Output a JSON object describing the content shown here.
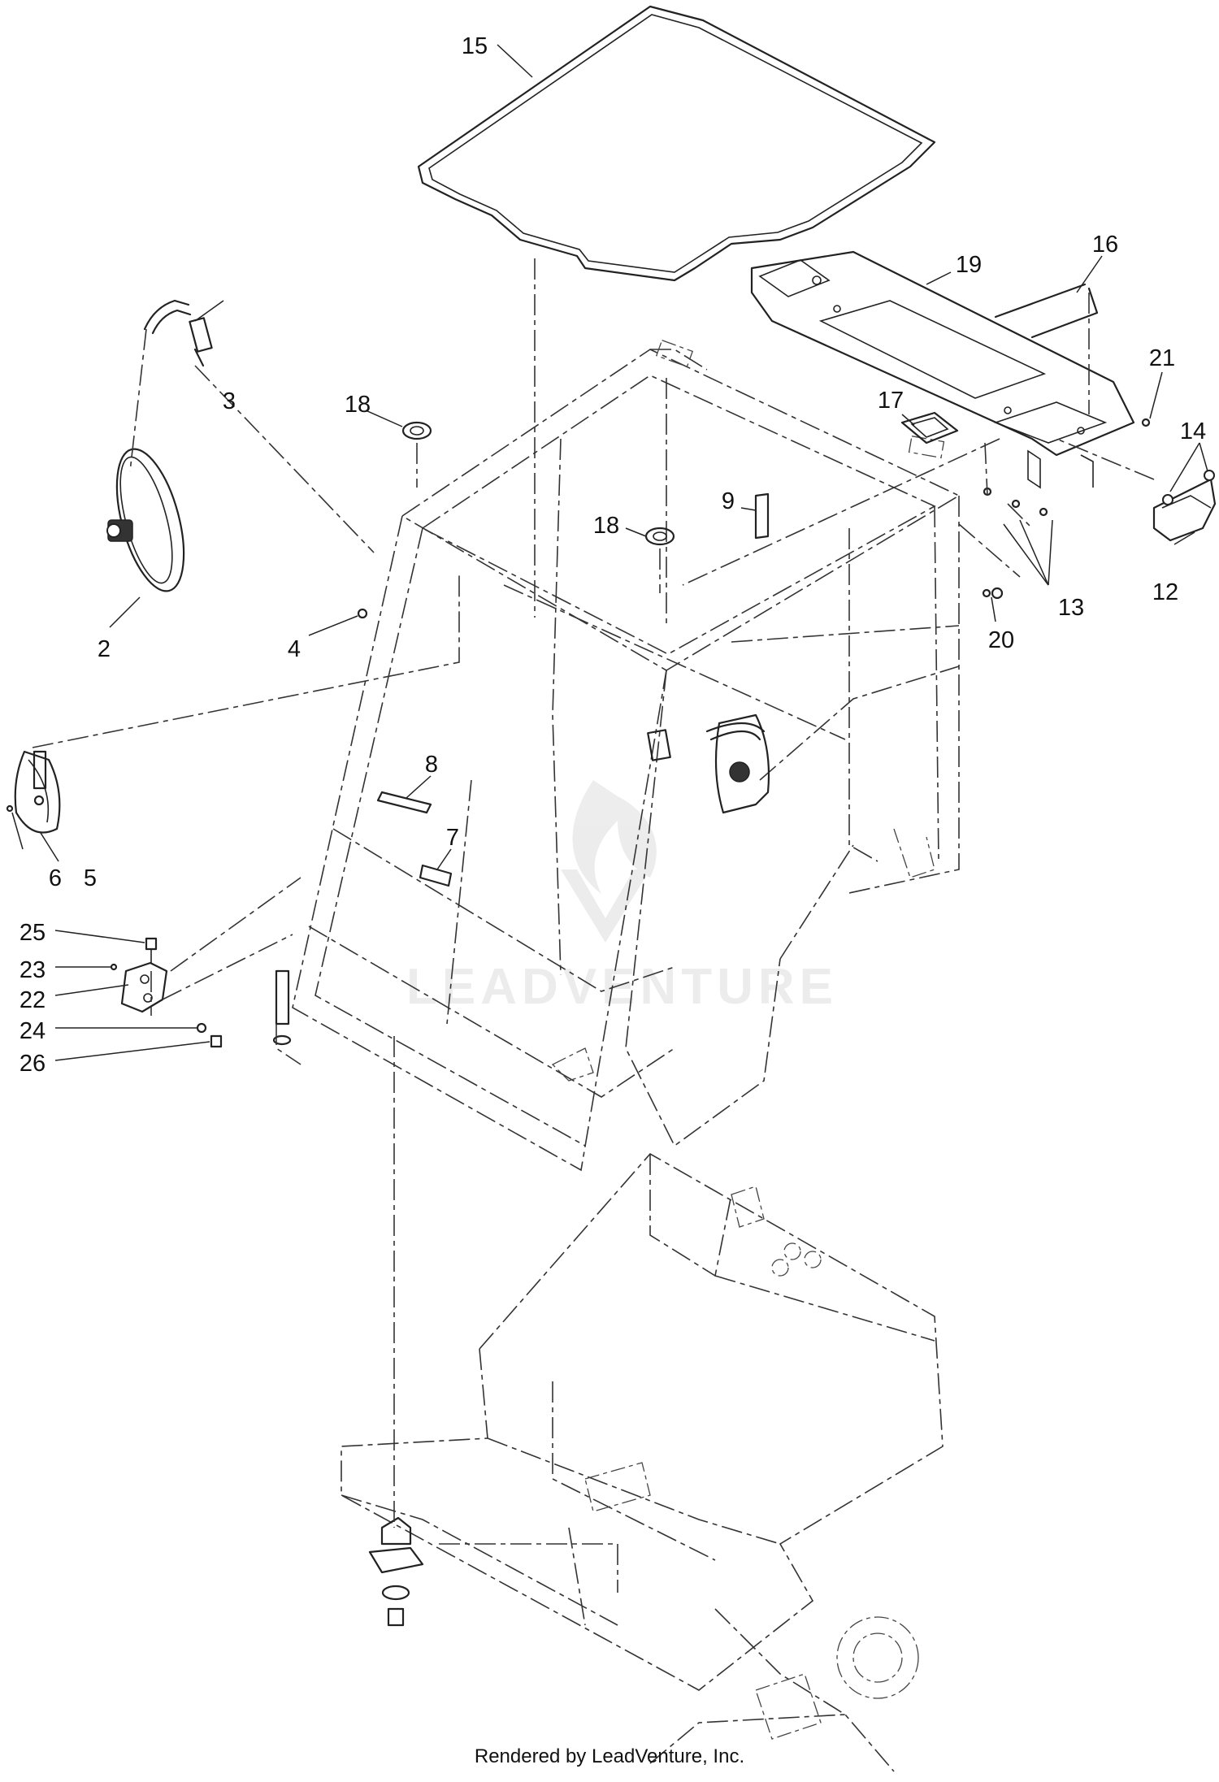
{
  "callouts": {
    "c2": "2",
    "c3": "3",
    "c4": "4",
    "c5": "5",
    "c6": "6",
    "c7": "7",
    "c8": "8",
    "c9": "9",
    "c12": "12",
    "c13": "13",
    "c14": "14",
    "c15": "15",
    "c16": "16",
    "c17": "17",
    "c18a": "18",
    "c18b": "18",
    "c19": "19",
    "c20": "20",
    "c21": "21",
    "c22": "22",
    "c23": "23",
    "c24": "24",
    "c25": "25",
    "c26": "26"
  },
  "watermark": {
    "text": "LEADVENTURE"
  },
  "footer": {
    "credit": "Rendered by LeadVenture, Inc."
  },
  "colors": {
    "line": "#222222",
    "background": "#ffffff"
  }
}
